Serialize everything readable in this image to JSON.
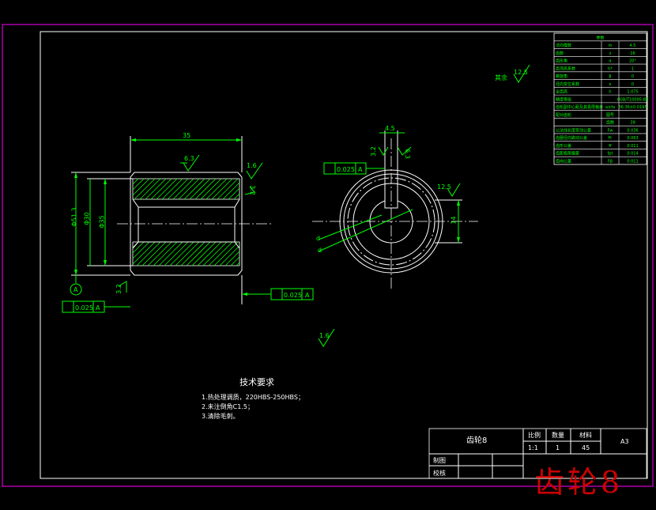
{
  "sheet": {
    "watermark": "齿轮8",
    "drawing_name": "齿轮8"
  },
  "params_table": {
    "header": "参数",
    "rows": [
      {
        "label": "法向模数",
        "sym": "m",
        "val": "4.5"
      },
      {
        "label": "齿数",
        "sym": "z",
        "val": "16"
      },
      {
        "label": "齿形角",
        "sym": "α",
        "val": "20°"
      },
      {
        "label": "齿顶高系数",
        "sym": "h*",
        "val": "1"
      },
      {
        "label": "螺旋角",
        "sym": "β",
        "val": "0"
      },
      {
        "label": "径向变位系数",
        "sym": "x",
        "val": "0"
      },
      {
        "label": "全齿高",
        "sym": "h",
        "val": "1.075"
      },
      {
        "label": "精度等级",
        "sym": "",
        "val": "8GB/T10095-88"
      },
      {
        "label": "齿轮副中心距及其极限偏差",
        "sym": "a±fa",
        "val": "36.36±0.0195"
      },
      {
        "label": "配对齿轮",
        "sym": "图号",
        "val": ""
      },
      {
        "label": "",
        "sym": "齿数",
        "val": "39"
      },
      {
        "label": "公法线长度变动公差",
        "sym": "Fw",
        "val": "0.036"
      },
      {
        "label": "齿圈径向跳动公差",
        "sym": "Fr",
        "val": "0.063"
      },
      {
        "label": "齿形公差",
        "sym": "ff",
        "val": "0.011"
      },
      {
        "label": "齿距极限偏差",
        "sym": "fpt",
        "val": "0.014"
      },
      {
        "label": "齿向公差",
        "sym": "Fβ",
        "val": "0.011"
      }
    ]
  },
  "title_block": {
    "part_name": "齿轮8",
    "h_scale": "比例",
    "h_qty": "数量",
    "h_mat": "材料",
    "scale": "1:1",
    "qty": "1",
    "material": "45",
    "format": "A3",
    "drawn": "制图",
    "checked": "校核"
  },
  "tech_req": {
    "title": "技术要求",
    "lines": [
      "1.热处理调质，220HBS-250HBS；",
      "2.未注倒角C1.5；",
      "3.清除毛刺。"
    ]
  },
  "dims": {
    "width": "35",
    "od": "Φ51.3",
    "bore_a": "Φ30",
    "bore_b": "Φ35",
    "rough_top": "6.3",
    "rough_face": "1.6",
    "rough_side": "3.2",
    "rough_keyway": "12.5",
    "rough_bottom": "3.2",
    "rough_center": "1.6",
    "rough_rest": "12.5",
    "rest_label": "其余",
    "tol_runout": "0.025",
    "tol_flat": "0.025",
    "tol_sym": "0.025",
    "datum": "A",
    "key_width": "4.5",
    "key_rough": "3.2",
    "key_rough2": "6.3",
    "key_depth": "14",
    "leader_a": "d",
    "leader_b": "d"
  }
}
